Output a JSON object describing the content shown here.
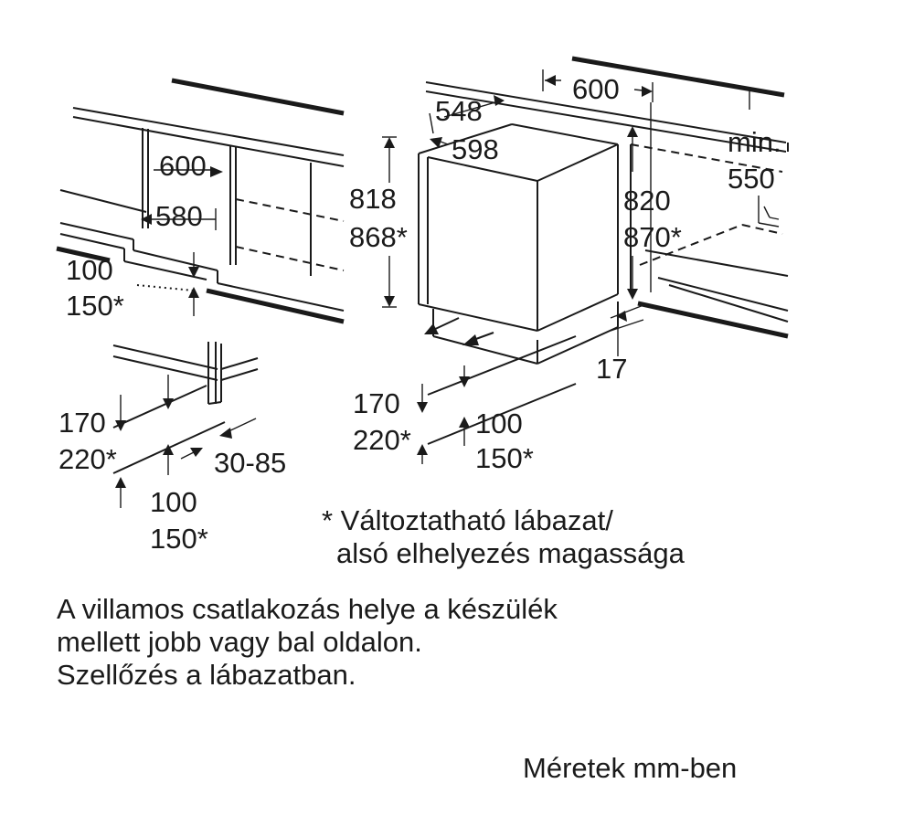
{
  "dimensions": {
    "left_niche_width": "600",
    "left_inner_width": "580",
    "left_plinth_height_a": "100",
    "left_plinth_height_b": "150*",
    "detail_height_a": "170",
    "detail_height_b": "220*",
    "detail_gap": "30-85",
    "detail_plinth_a": "100",
    "detail_plinth_b": "150*",
    "appliance_depth": "548",
    "appliance_width": "598",
    "niche_depth": "600",
    "appliance_height_a": "818",
    "appliance_height_b": "868*",
    "niche_height_a": "820",
    "niche_height_b": "870*",
    "min_label": "min.",
    "min_value": "550",
    "side_gap": "17",
    "bottom_height_a": "170",
    "bottom_height_b": "220*",
    "bottom_plinth_a": "100",
    "bottom_plinth_b": "150*"
  },
  "note_asterisk": {
    "line1": "* Változtatható lábazat/",
    "line2": "alsó elhelyezés magassága"
  },
  "notes": {
    "line1": "A villamos csatlakozás helye a készülék",
    "line2": "mellett jobb vagy bal oldalon.",
    "line3": "Szellőzés a lábazatban."
  },
  "units": "Méretek mm-ben"
}
